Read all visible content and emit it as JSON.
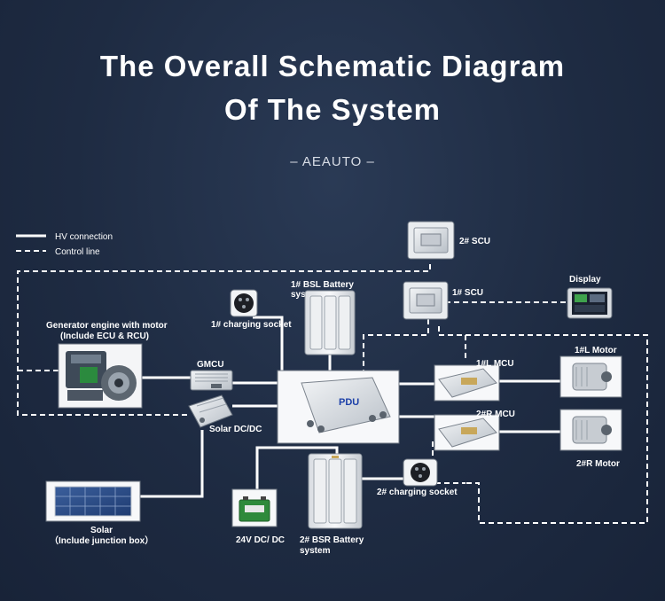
{
  "header": {
    "title_line1": "The Overall Schematic Diagram",
    "title_line2": "Of The System",
    "subtitle": "– AEAUTO –"
  },
  "legend": {
    "hv": "HV connection",
    "control": "Control line"
  },
  "labels": {
    "scu2": "2#  SCU",
    "scu1": "1#  SCU",
    "display": "Display",
    "bsl_battery_1": "1# BSL Battery",
    "bsl_battery_2": "sys",
    "charging_socket_1": "1# charging socket",
    "generator_1": "Generator engine with motor",
    "generator_2": "(Include ECU & RCU)",
    "gmcu": "GMCU",
    "solar_dcdc": "Solar DC/DC",
    "pdu": "PDU",
    "mcu_1l": "1#L MCU",
    "mcu_2r": "2#R MCU",
    "motor_1l": "1#L Motor",
    "motor_2r": "2#R Motor",
    "charging_socket_2": "2# charging socket",
    "solar_1": "Solar",
    "solar_2": "（Include junction box）",
    "dcdc_24v": "24V DC/ DC",
    "bsr_battery_1": "2# BSR Battery",
    "bsr_battery_2": "system"
  }
}
